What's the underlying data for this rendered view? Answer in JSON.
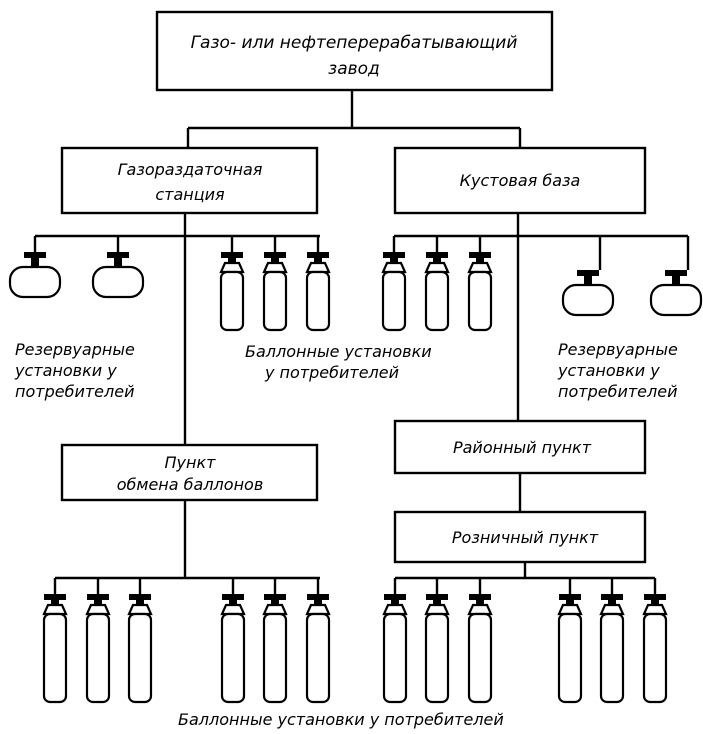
{
  "nodes": {
    "plant": [
      "Газо- или нефтеперерабатывающий",
      "завод"
    ],
    "gas_station": [
      "Газораздаточная",
      "станция"
    ],
    "cluster_base": [
      "Кустовая база"
    ],
    "exchange_point": [
      "Пункт",
      "обмена баллонов"
    ],
    "district_point": [
      "Районный пункт"
    ],
    "retail_point": [
      "Розничный пункт"
    ]
  },
  "labels": {
    "reservoir_left": [
      "Резервуарные",
      "установки у",
      "потребителей"
    ],
    "cylinder_mid": [
      "Баллонные установки",
      "у потребителей"
    ],
    "reservoir_right": [
      "Резервуарные",
      "установки у",
      "потребителей"
    ],
    "cylinder_bottom": [
      "Баллонные установки у потребителей"
    ]
  },
  "icons": {
    "cylinder": "gas-cylinder-icon",
    "tank": "horizontal-tank-icon"
  }
}
